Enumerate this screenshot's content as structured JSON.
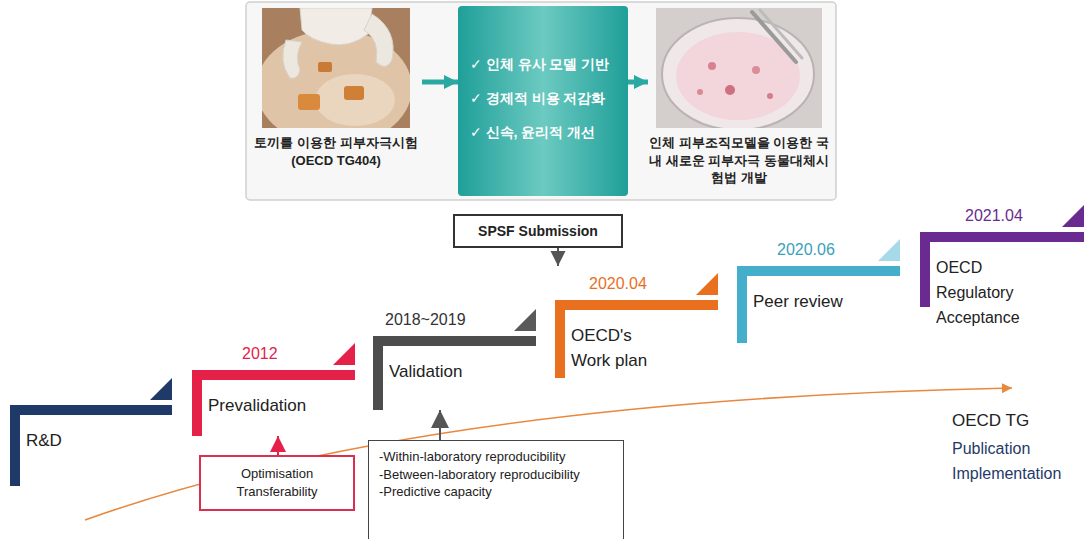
{
  "diagram": {
    "nodes": [
      {
        "text": [
          "토끼를 이용한 피부자극시험 (OECD TG404)"
        ]
      },
      {
        "text": [
          "✓ 인체 유사 모델 기반",
          "✓ 경제적 비용 저감화",
          "✓ 신속, 윤리적 개선"
        ]
      },
      {
        "text": [
          "인체 피부조직모델을 이용한 국내 새로운 피부자극 동물대체시험법 개발"
        ]
      },
      {
        "text": [
          "R&D"
        ]
      },
      {
        "text": [
          "2012",
          "Prevalidation"
        ]
      },
      {
        "text": [
          "2018~2019",
          "Validation"
        ]
      },
      {
        "text": [
          "SPSF Submission"
        ]
      },
      {
        "text": [
          "2020.04",
          "OECD's Work plan"
        ]
      },
      {
        "text": [
          "2020.06",
          "Peer review"
        ]
      },
      {
        "text": [
          "2021.04",
          "OECD Regulatory Acceptance"
        ]
      },
      {
        "text": [
          "Optimisation Transferability"
        ]
      },
      {
        "text": [
          "-Within-laboratory reproducibility",
          "-Between-laboratory reproducibility",
          "-Predictive capacity"
        ]
      }
    ],
    "edges": [
      {
        "from": 0,
        "to": 1,
        "arrow": "to"
      },
      {
        "from": 1,
        "to": 2,
        "arrow": "to"
      },
      {
        "from": 6,
        "to": 7,
        "arrow": "to"
      },
      {
        "from": 10,
        "to": 4,
        "arrow": "to"
      },
      {
        "from": 11,
        "to": 5,
        "arrow": "to"
      }
    ],
    "labels": [
      "OECD TG",
      "Publication Implementation"
    ]
  }
}
